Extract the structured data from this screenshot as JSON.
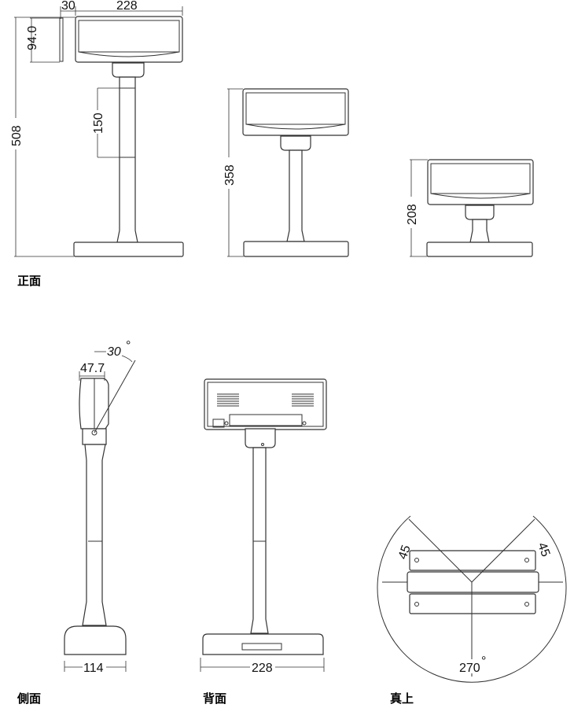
{
  "front_views": {
    "caption": "正面",
    "dims": {
      "depth": "30",
      "width": "228",
      "display_height": "94.0",
      "max_height": "508",
      "extension": "150",
      "mid_height": "358",
      "min_height": "208"
    }
  },
  "side_view": {
    "caption": "側面",
    "dims": {
      "tilt": "30",
      "tilt_unit": "°",
      "depth": "47.7",
      "base_depth": "114"
    }
  },
  "back_view": {
    "caption": "背面",
    "dims": {
      "base_width": "228"
    }
  },
  "top_view": {
    "caption": "真上",
    "dims": {
      "left_angle": "45",
      "right_angle": "45",
      "rotation": "270",
      "rotation_unit": "°"
    }
  }
}
